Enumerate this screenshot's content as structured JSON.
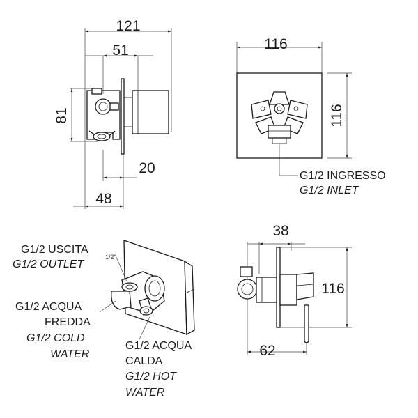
{
  "dimensions": {
    "side_total_width": "121",
    "side_inner_width": "51",
    "side_height": "81",
    "side_plate_offset": "20",
    "side_body_depth": "48",
    "front_width": "116",
    "front_height": "116",
    "iso_plate_dim": "1/2\"",
    "right_handle_depth": "38",
    "right_height": "116",
    "right_total_depth": "62"
  },
  "labels": {
    "inlet_it": "G1/2 INGRESSO",
    "inlet_en": "G1/2 INLET",
    "outlet_it": "G1/2 USCITA",
    "outlet_en": "G1/2 OUTLET",
    "cold_it_1": "G1/2 ACQUA",
    "cold_it_2": "FREDDA",
    "cold_en_1": "G1/2 COLD",
    "cold_en_2": "WATER",
    "hot_it_1": "G1/2 ACQUA",
    "hot_it_2": "CALDA",
    "hot_en_1": "G1/2 HOT",
    "hot_en_2": "WATER"
  }
}
